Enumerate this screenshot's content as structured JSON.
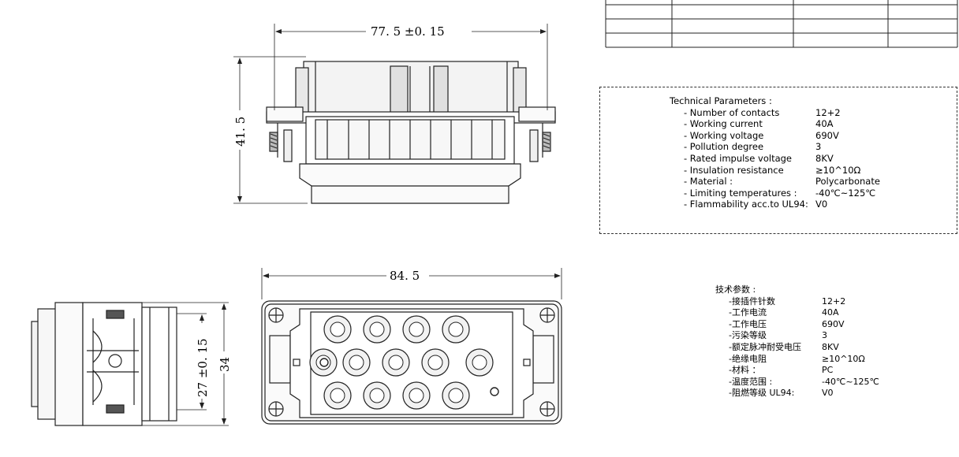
{
  "drawing": {
    "dim_top_width": "77. 5  ±0. 15",
    "dim_top_height": "41. 5",
    "dim_bottom_width": "84. 5",
    "dim_side_inner": "27  ±0. 15",
    "dim_side_outer": "34"
  },
  "technical_parameters_en": {
    "heading": "Technical Parameters :",
    "rows": [
      {
        "label": "- Number of contacts",
        "value": "12+2"
      },
      {
        "label": "- Working current",
        "value": "40A"
      },
      {
        "label": "- Working voltage",
        "value": "690V"
      },
      {
        "label": "- Pollution degree",
        "value": "3"
      },
      {
        "label": "- Rated impulse voltage",
        "value": "8KV"
      },
      {
        "label": "- Insulation resistance",
        "value": "≥10^10Ω"
      },
      {
        "label": "- Material :",
        "value": "Polycarbonate"
      },
      {
        "label": "- Limiting temperatures :",
        "value": "-40℃~125℃"
      },
      {
        "label": "- Flammability acc.to UL94:",
        "value": "V0"
      }
    ]
  },
  "technical_parameters_zh": {
    "heading": "技术参数 :",
    "rows": [
      {
        "label": "-接插件针数",
        "value": "12+2"
      },
      {
        "label": "-工作电流",
        "value": "40A"
      },
      {
        "label": "-工作电压",
        "value": "690V"
      },
      {
        "label": "-污染等级",
        "value": "3"
      },
      {
        "label": "-额定脉冲耐受电压",
        "value": "8KV"
      },
      {
        "label": "-绝缘电阻",
        "value": "≥10^10Ω"
      },
      {
        "label": "-材料 ：",
        "value": "PC"
      },
      {
        "label": "-温度范围 :",
        "value": "-40℃~125℃"
      },
      {
        "label": "-阻燃等级 UL94:",
        "value": "V0"
      }
    ]
  },
  "colors": {
    "line": "#222222",
    "fill_light": "#f2f2f2",
    "fill_mid": "#d9d9d9"
  }
}
